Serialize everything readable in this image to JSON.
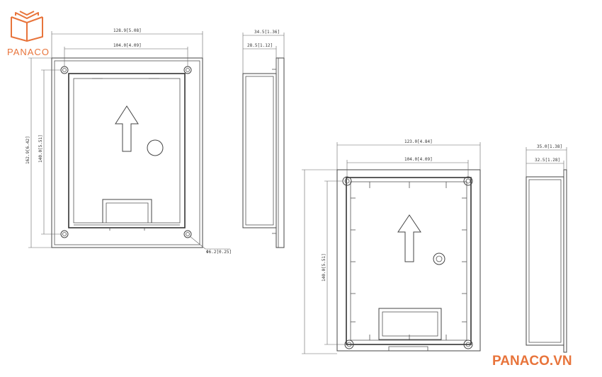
{
  "brand": {
    "logo_text": "PANACO",
    "footer_text": "PANACO.VN",
    "color": "#e8743b"
  },
  "front_view": {
    "width_outer": "128.9[5.08]",
    "width_inner": "104.0[4.09]",
    "height_outer": "162.9[6.42]",
    "height_inner": "140.0[5.51]",
    "hole": "Φ6.2[0.25]"
  },
  "side_view": {
    "depth_outer": "34.5[1.36]",
    "depth_inner": "28.5[1.12]"
  },
  "back_view": {
    "width_outer": "123.0[4.84]",
    "width_inner": "104.0[4.09]",
    "height_inner": "140.0[5.51]"
  },
  "side_view_2": {
    "depth_outer": "35.0[1.38]",
    "depth_inner": "32.5[1.28]"
  }
}
